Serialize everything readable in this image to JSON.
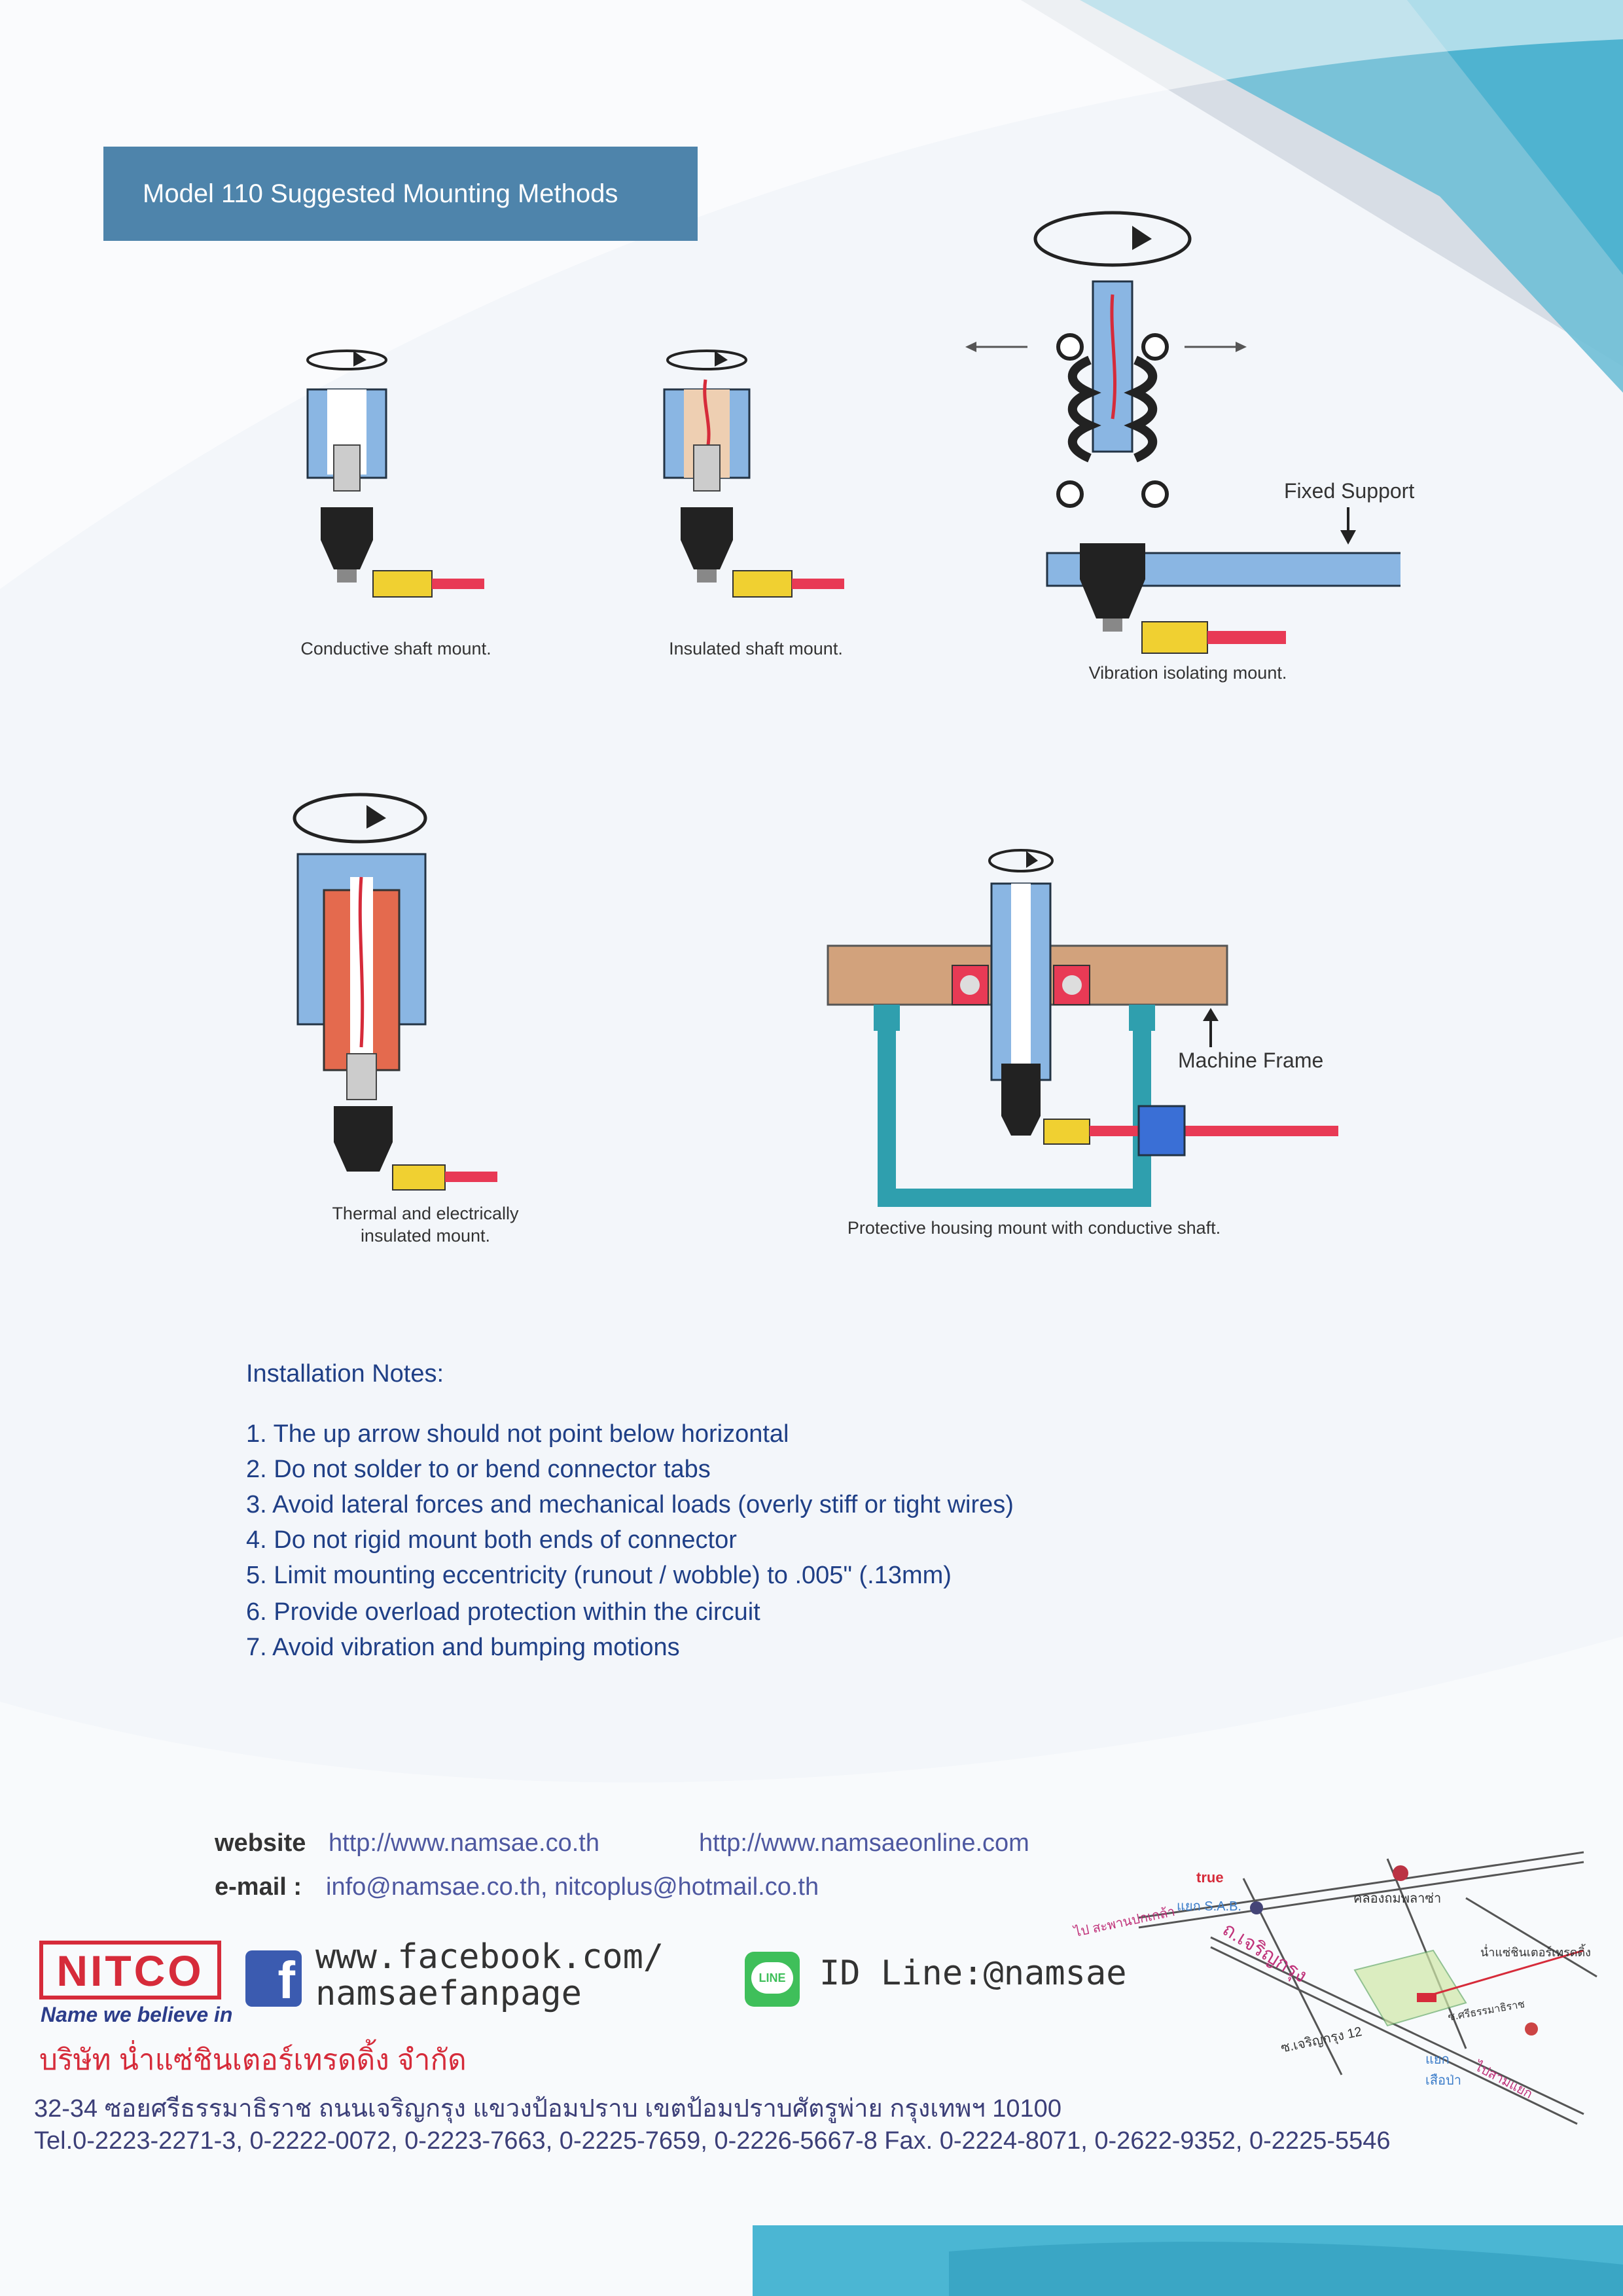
{
  "title": "Model 110 Suggested Mounting Methods",
  "figures": {
    "conductive": "Conductive shaft mount.",
    "insulated": "Insulated shaft mount.",
    "vibration": "Vibration isolating mount.",
    "fixed_support": "Fixed Support",
    "thermal": "Thermal and electrically insulated mount.",
    "protective": "Protective housing mount with conductive shaft.",
    "machine_frame": "Machine Frame"
  },
  "installation": {
    "heading": "Installation Notes:",
    "notes": [
      "1. The up arrow should not point below horizontal",
      "2. Do not solder to or bend connector tabs",
      "3. Avoid lateral forces and mechanical loads (overly stiff or tight wires)",
      "4. Do not rigid mount both ends of connector",
      "5. Limit mounting eccentricity (runout / wobble) to .005\" (.13mm)",
      "6. Provide overload protection within the circuit",
      "7. Avoid vibration and bumping motions"
    ]
  },
  "contact": {
    "website_label": "website",
    "website_1": "http://www.namsae.co.th",
    "website_2": "http://www.namsaeonline.com",
    "email_label": "e-mail :",
    "email": "info@namsae.co.th, nitcoplus@hotmail.co.th",
    "facebook_line1": "www.facebook.com/",
    "facebook_line2": "namsaefanpage",
    "line_id": "ID Line:@namsae",
    "line_icon_text": "LINE",
    "facebook_icon_text": "f"
  },
  "brand": {
    "logo_text": "NITCO",
    "tagline": "Name we believe in"
  },
  "company": {
    "name_th": "บริษัท น่ำแซ่ชินเตอร์เทรดดิ้ง จำกัด",
    "address_th": "32-34 ซอยศรีธรรมาธิราช ถนนเจริญกรุง แขวงป้อมปราบ เขตป้อมปราบศัตรูพ่าย กรุงเทพฯ 10100",
    "phones": "Tel.0-2223-2271-3, 0-2222-0072, 0-2223-7663, 0-2225-7659, 0-2226-5667-8 Fax. 0-2224-8071, 0-2622-9352, 0-2225-5546"
  },
  "map": {
    "true_label": "true",
    "to_bridge": "ไป สะพานปกเกล้า",
    "sab_junction": "แยก S.A.B.",
    "charoen_krung_road": "ถ.เจริญกรุง",
    "klong_thom": "คลองถมพลาซ่า",
    "company_label": "น่ำแซ่ชินเตอร์เทรดดิ้ง",
    "soi_si_tham": "ซ.ศรีธรรมาธิราช",
    "soi_charoen_krung_12": "ซ.เจริญกรุง 12",
    "suea_pa_junction": "แยก เสือป่า",
    "to_sam_yaek": "ไปสามแยก"
  },
  "colors": {
    "header_bg": "#4e84ab",
    "notes_text": "#1f3f86",
    "link_text": "#4e58a0",
    "brand_red": "#d62b3a",
    "accent_teal": "#4bb6d3"
  }
}
